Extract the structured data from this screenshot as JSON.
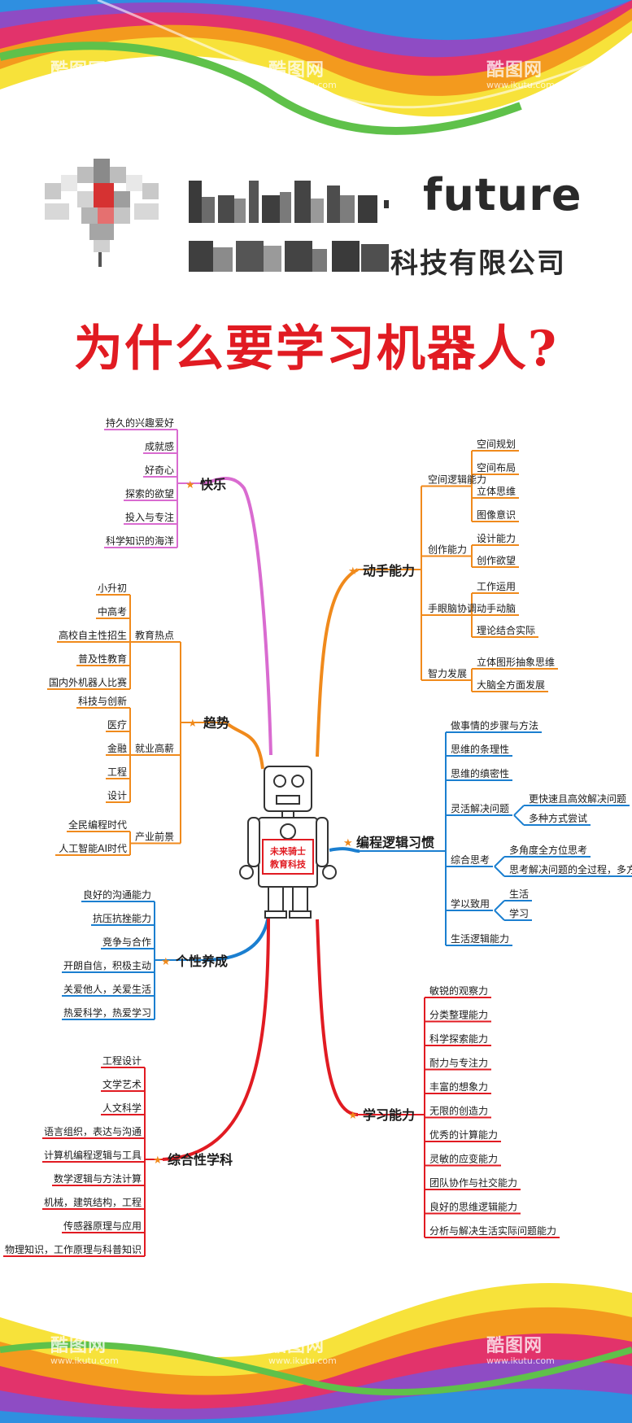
{
  "watermark": {
    "brand": "酷图网",
    "url": "www.ikutu.com"
  },
  "header": {
    "brand_suffix": "future",
    "company_suffix": "科技有限公司",
    "title": "为什么要学习机器人?"
  },
  "robot": {
    "badge_line1": "未来骑士",
    "badge_line2": "教育科技"
  },
  "colors": {
    "pink": "#d96bd0",
    "orange": "#f08a1c",
    "blue": "#1b7fd0",
    "red": "#e11b22",
    "title_red": "#e11b22"
  },
  "branches": {
    "happy": {
      "label": "快乐",
      "leaves": [
        "持久的兴趣爱好",
        "成就感",
        "好奇心",
        "探索的欲望",
        "投入与专注",
        "科学知识的海洋"
      ]
    },
    "trend": {
      "label": "趋势",
      "groups": [
        {
          "label": "教育热点",
          "leaves": [
            "小升初",
            "中高考",
            "高校自主性招生",
            "普及性教育",
            "国内外机器人比赛"
          ]
        },
        {
          "label": "就业高薪",
          "leaves": [
            "科技与创新",
            "医疗",
            "金融",
            "工程",
            "设计"
          ]
        },
        {
          "label": "产业前景",
          "leaves": [
            "全民编程时代",
            "人工智能AI时代"
          ]
        }
      ]
    },
    "personality": {
      "label": "个性养成",
      "leaves": [
        "良好的沟通能力",
        "抗压抗挫能力",
        "竞争与合作",
        "开朗自信，积极主动",
        "关爱他人，关爱生活",
        "热爱科学，热爱学习"
      ]
    },
    "subjects": {
      "label": "综合性学科",
      "leaves": [
        "工程设计",
        "文学艺术",
        "人文科学",
        "语言组织，表达与沟通",
        "计算机编程逻辑与工具",
        "数学逻辑与方法计算",
        "机械，建筑结构，工程",
        "传感器原理与应用",
        "物理知识，工作原理与科普知识"
      ]
    },
    "hands": {
      "label": "动手能力",
      "groups": [
        {
          "label": "空间逻辑能力",
          "leaves": [
            "空间规划",
            "空间布局",
            "立体思维",
            "图像意识"
          ]
        },
        {
          "label": "创作能力",
          "leaves": [
            "设计能力",
            "创作欲望"
          ]
        },
        {
          "label": "手眼脑协调",
          "leaves": [
            "工作运用",
            "动手动脑",
            "理论结合实际"
          ]
        },
        {
          "label": "智力发展",
          "leaves": [
            "立体图形抽象思维",
            "大脑全方面发展"
          ]
        }
      ]
    },
    "programming": {
      "label": "编程逻辑习惯",
      "items": [
        {
          "label": "做事情的步骤与方法",
          "leaves": []
        },
        {
          "label": "思维的条理性",
          "leaves": []
        },
        {
          "label": "思维的缜密性",
          "leaves": []
        },
        {
          "label": "灵活解决问题",
          "leaves": [
            "更快速且高效解决问题",
            "多种方式尝试"
          ]
        },
        {
          "label": "综合思考",
          "leaves": [
            "多角度全方位思考",
            "思考解决问题的全过程，多方法"
          ]
        },
        {
          "label": "学以致用",
          "leaves": [
            "生活",
            "学习"
          ]
        },
        {
          "label": "生活逻辑能力",
          "leaves": []
        }
      ]
    },
    "learning": {
      "label": "学习能力",
      "leaves": [
        "敏锐的观察力",
        "分类整理能力",
        "科学探索能力",
        "耐力与专注力",
        "丰富的想象力",
        "无限的创造力",
        "优秀的计算能力",
        "灵敏的应变能力",
        "团队协作与社交能力",
        "良好的思维逻辑能力",
        "分析与解决生活实际问题能力"
      ]
    }
  }
}
